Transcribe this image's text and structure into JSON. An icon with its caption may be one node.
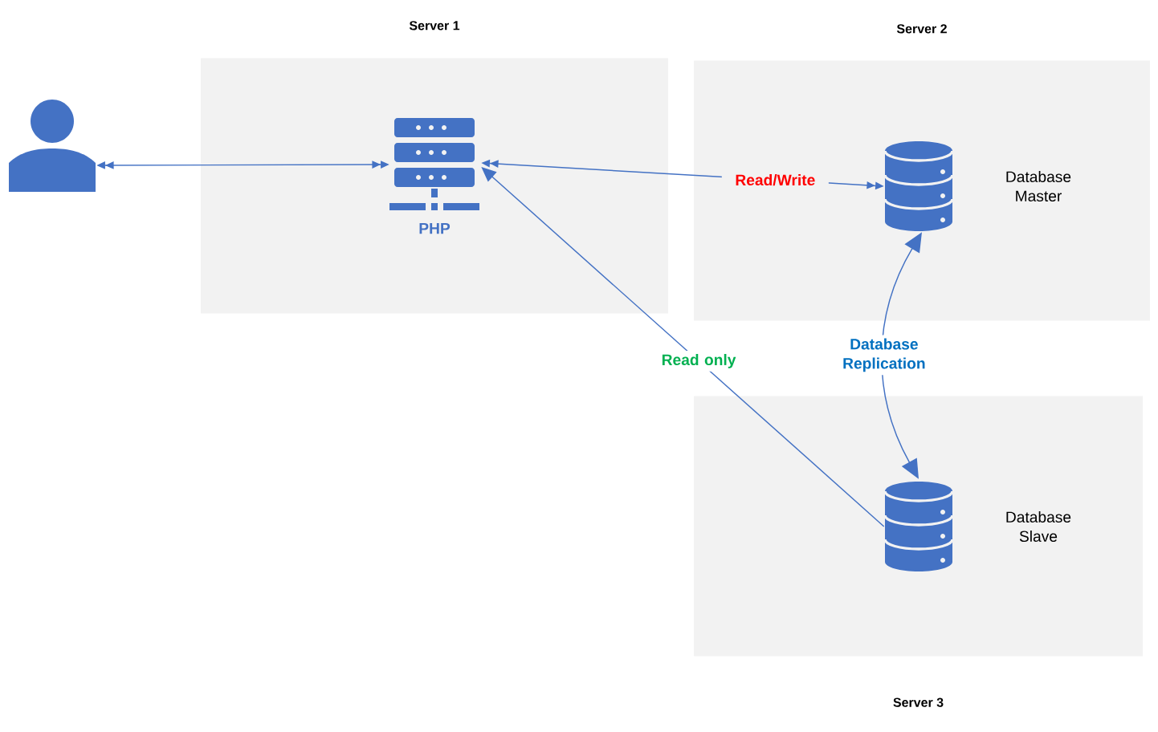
{
  "diagram": {
    "nodes": [
      {
        "text": [
          "Server 1"
        ]
      },
      {
        "text": [
          "Server 2"
        ]
      },
      {
        "text": [
          "Server 3"
        ]
      },
      {
        "text": [],
        "shape": "person"
      },
      {
        "text": [
          "PHP"
        ],
        "in": 0
      },
      {
        "text": [
          "Database Master"
        ],
        "in": 1
      },
      {
        "text": [
          "Database Slave"
        ],
        "in": 2
      }
    ],
    "edges": [
      {
        "from": 3,
        "to": 4,
        "arrow": "both"
      },
      {
        "from": 5,
        "to": 4,
        "arrow": "both",
        "label": "Read/Write"
      },
      {
        "from": 6,
        "to": 4,
        "arrow": "to",
        "label": "Read only"
      },
      {
        "from": 5,
        "to": 6,
        "arrow": "both",
        "label": "Database Replication"
      }
    ]
  }
}
